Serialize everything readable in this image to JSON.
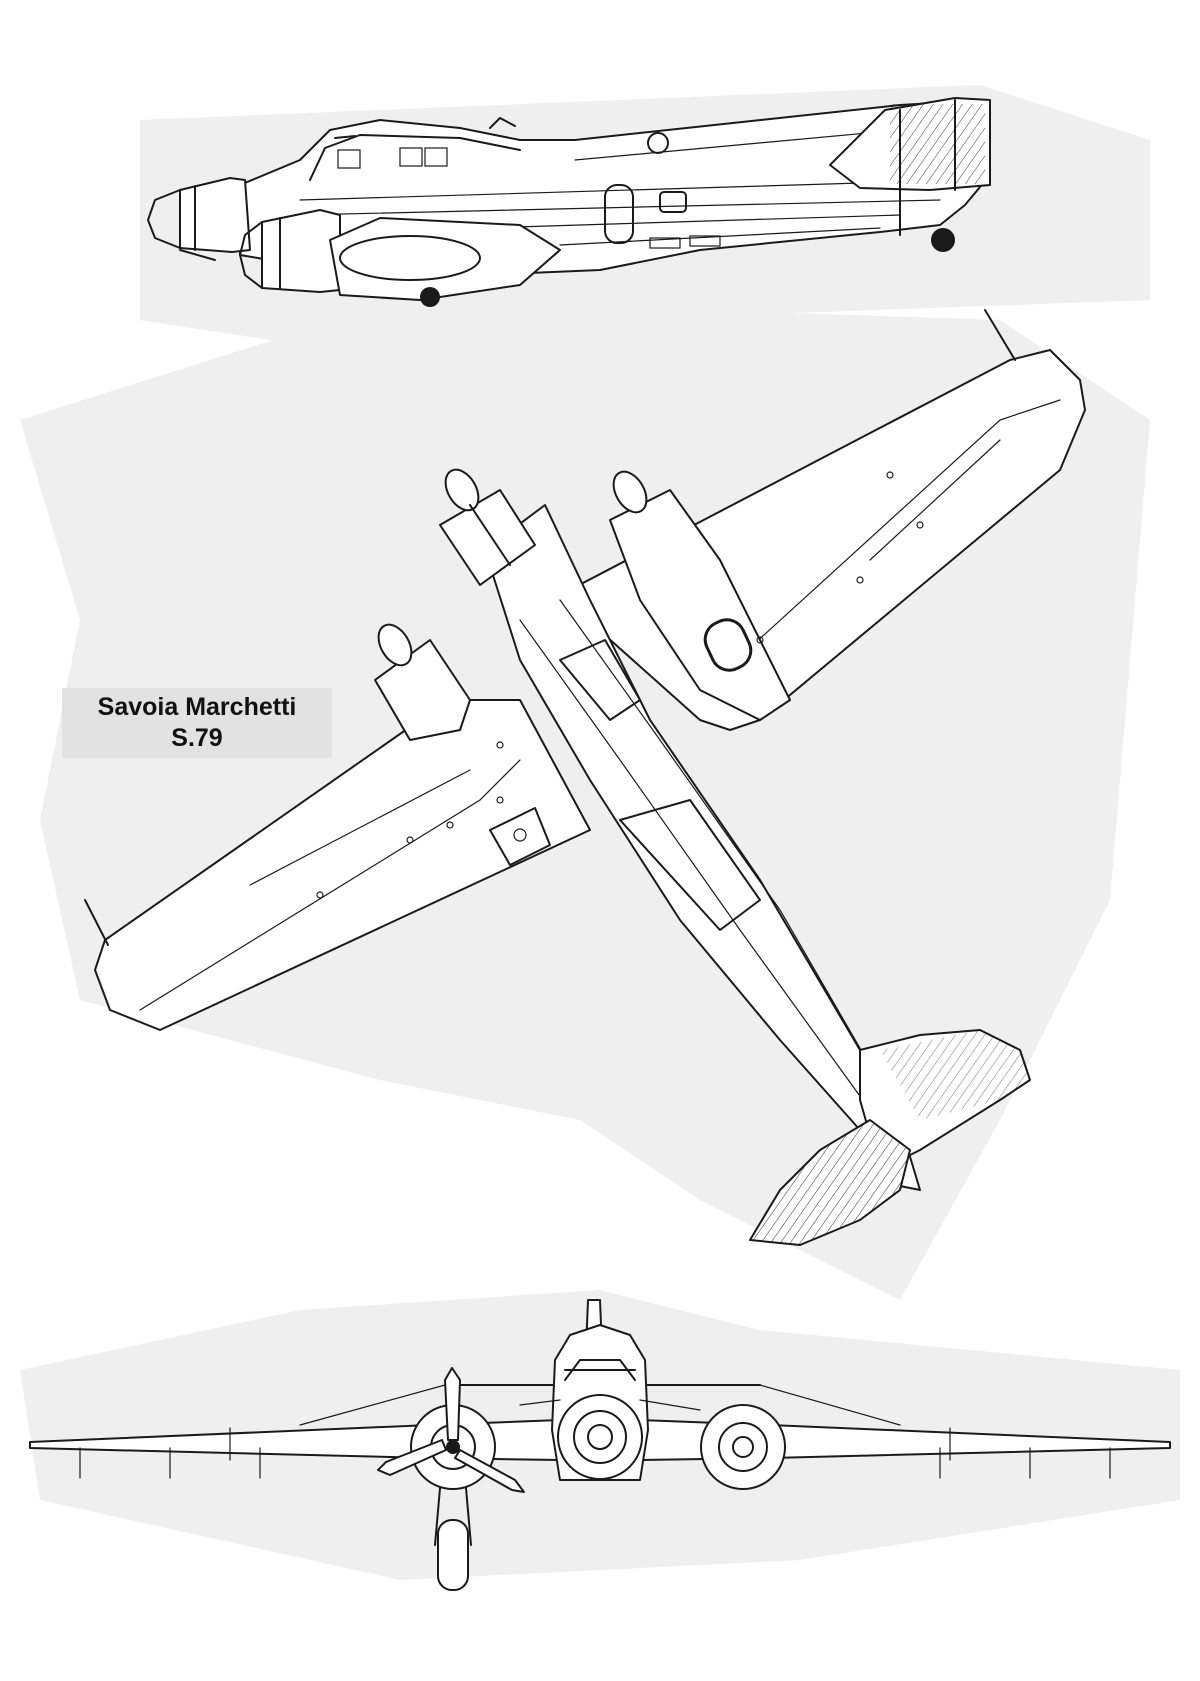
{
  "caption": {
    "line1": "Savoia Marchetti",
    "line2": "S.79"
  },
  "views": [
    {
      "id": "side",
      "icon": "aircraft-side-view"
    },
    {
      "id": "plan",
      "icon": "aircraft-plan-view"
    },
    {
      "id": "front",
      "icon": "aircraft-front-view"
    }
  ],
  "colors": {
    "ink": "#1a1a1a",
    "paper": "#ffffff",
    "wash": "#efefef",
    "caption_bg": "#e2e2e2"
  }
}
